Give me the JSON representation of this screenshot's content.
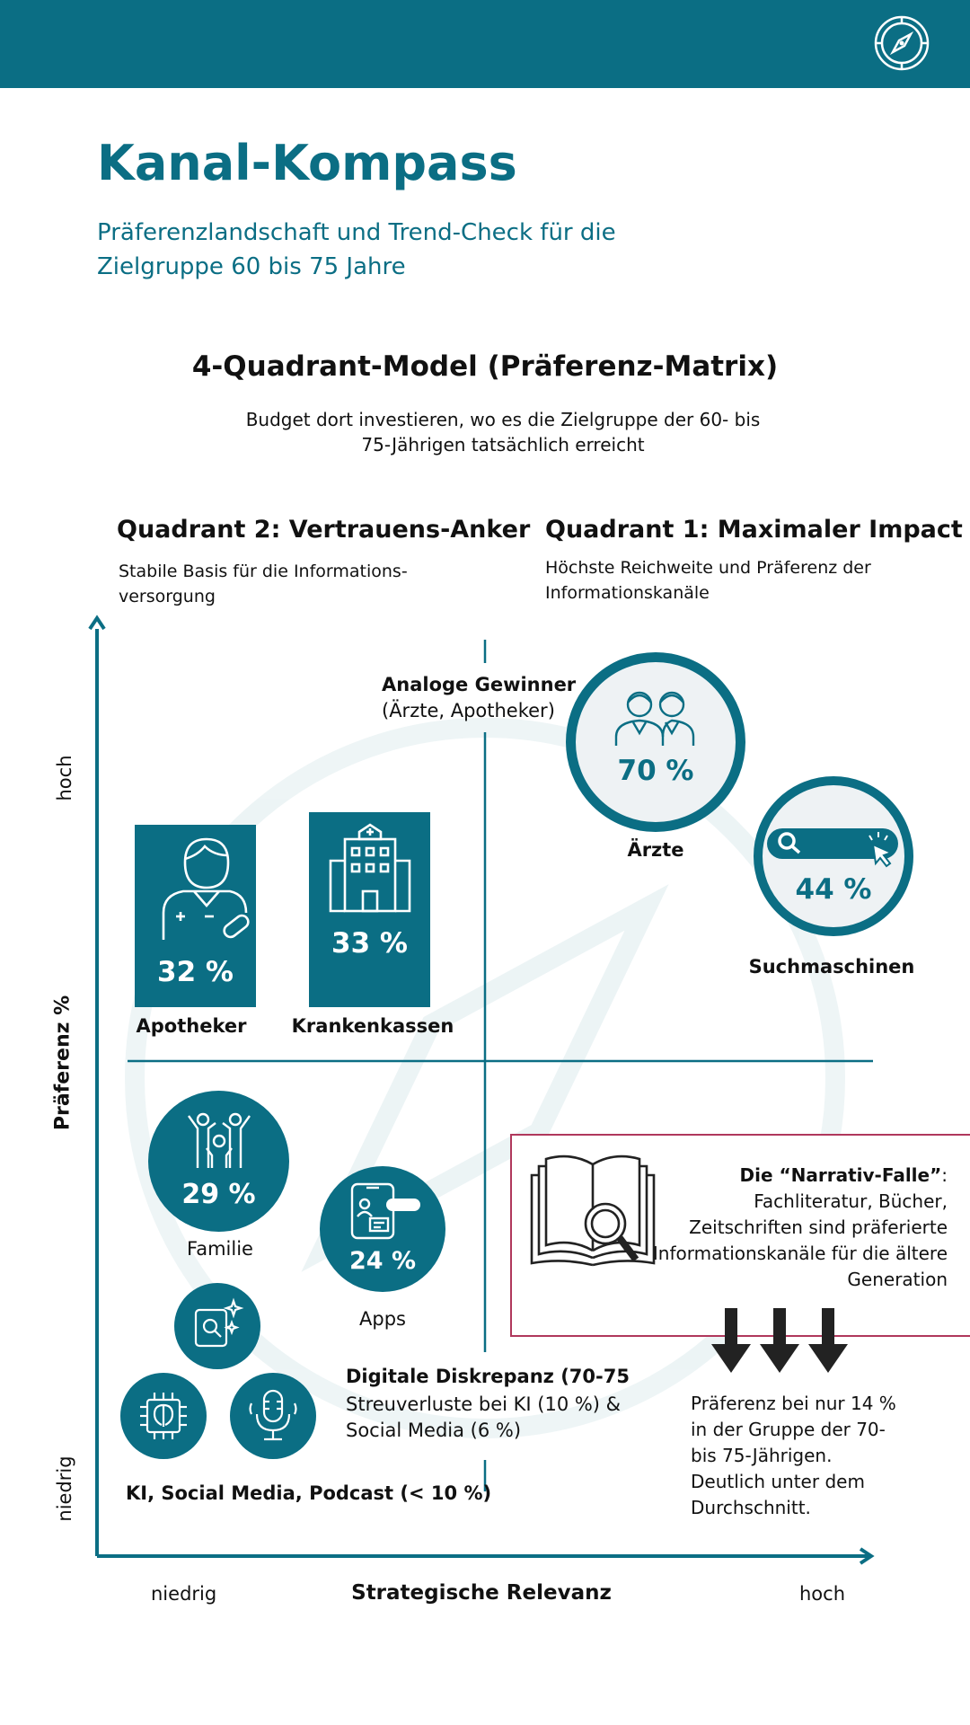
{
  "header": {
    "logo_icon": "compass-icon",
    "color": "#0b6e84"
  },
  "title": "Kanal-Kompass",
  "subtitle_line1": "Präferenzlandschaft und Trend-Check für die",
  "subtitle_line2": "Zielgruppe 60 bis 75 Jahre",
  "section": {
    "title": "4-Quadrant-Model (Präferenz-Matrix)",
    "subtitle_line1": "Budget dort investieren, wo es die Zielgruppe der 60- bis",
    "subtitle_line2": "75-Jährigen tatsächlich erreicht"
  },
  "quadrants": {
    "q2": {
      "title": "Quadrant 2: Vertrauens-Anker",
      "desc_line1": "Stabile Basis für die Informations-",
      "desc_line2": "versorgung"
    },
    "q1": {
      "title": "Quadrant 1: Maximaler Impact",
      "desc_line1": "Höchste Reichweite und Präferenz der",
      "desc_line2": "Informationskanäle"
    }
  },
  "axes": {
    "y_label": "Präferenz %",
    "y_high": "hoch",
    "y_low": "niedrig",
    "x_label": "Strategische Relevanz",
    "x_low": "niedrig",
    "x_high": "hoch"
  },
  "analog": {
    "title": "Analoge Gewinner",
    "subtitle": "(Ärzte, Apotheker)"
  },
  "channels": {
    "aerzte": {
      "label": "Ärzte",
      "value": "70 %",
      "icon": "doctors-icon"
    },
    "suchmaschinen": {
      "label": "Suchmaschinen",
      "value": "44 %",
      "icon": "search-bar-icon"
    },
    "apotheker": {
      "label": "Apotheker",
      "value": "32 %",
      "icon": "pharmacist-icon"
    },
    "krankenkassen": {
      "label": "Krankenkassen",
      "value": "33 %",
      "icon": "hospital-icon"
    },
    "familie": {
      "label": "Familie",
      "value": "29 %",
      "icon": "family-icon"
    },
    "apps": {
      "label": "Apps",
      "value": "24 %",
      "icon": "phone-app-icon"
    }
  },
  "digital": {
    "title": "Digitale Diskrepanz (70-75",
    "line1": "Streuverluste bei KI (10 %) &",
    "line2": "Social Media (6 %)",
    "icons": [
      "search-sparkle-icon",
      "ai-chip-icon",
      "microphone-icon"
    ],
    "group_label": "KI, Social Media, Podcast (< 10 %)"
  },
  "narrativ": {
    "title": "Die “Narrativ-Falle”",
    "title_suffix": ":",
    "line1": "Fachliteratur, Bücher,",
    "line2": "Zeitschriften sind präferierte",
    "line3": "Informationskanäle für die ältere",
    "line4": "Generation",
    "icon": "books-magnifier-icon",
    "border_color": "#b0385c"
  },
  "preference_note": {
    "line1": "Präferenz bei nur 14 %",
    "line2": "in der Gruppe der 70-",
    "line3": "bis 75-Jährigen.",
    "line4": "Deutlich unter dem",
    "line5": "Durchschnitt."
  },
  "colors": {
    "accent": "#0b6e84",
    "tile_light": "#eef2f4",
    "alert": "#b0385c"
  }
}
